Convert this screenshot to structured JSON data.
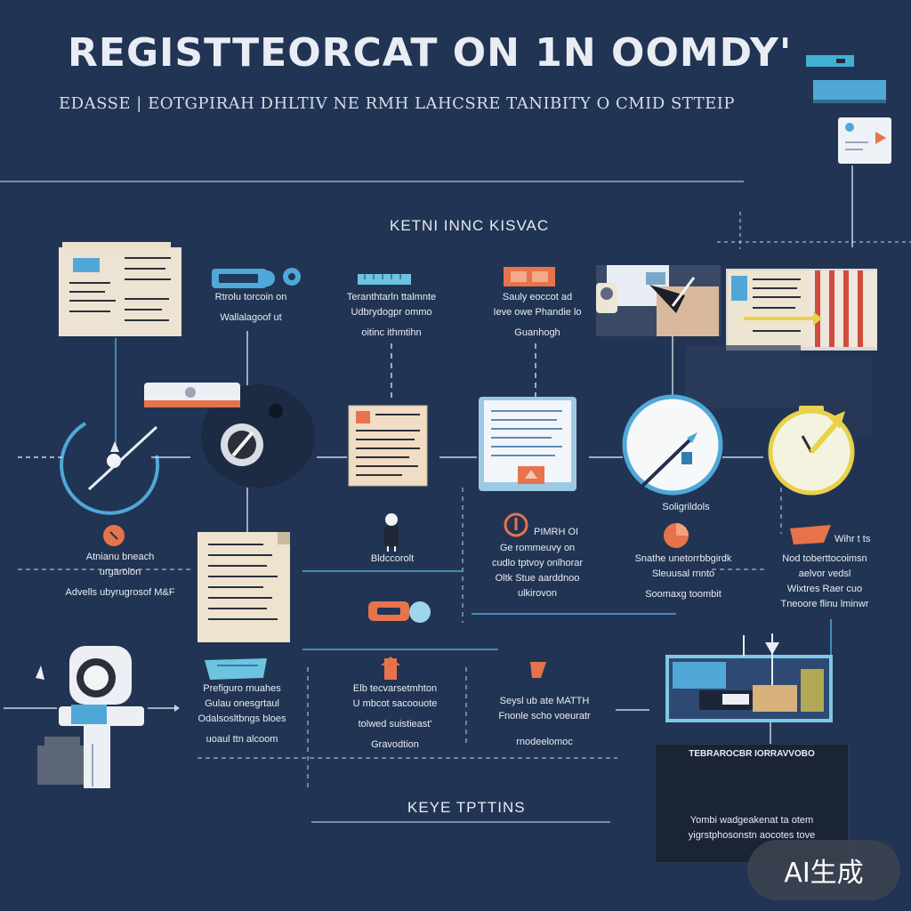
{
  "header": {
    "title": "REGISTTEORCAT ON 1N OOMDY'",
    "subtitle": "EDASSE | EOTGPIRAH DHLTIV NE RMH LAHCSRE TANIBITY O CMID STTEIP"
  },
  "sections": {
    "top_label": "KETNI INNC KISVAC",
    "bottom_label": "KEYE TPTTINS"
  },
  "row1": [
    {
      "lines": [
        "Rtrolu torcoin on",
        "Wallalagoof ut"
      ]
    },
    {
      "lines": [
        "Teranthtarln ttalmnte",
        "Udbrydogpr ommo",
        "oitinc ithmtihn"
      ]
    },
    {
      "lines": [
        "Sauly eoccot ad",
        "Ieve owe Phandie lo",
        "Guanhogh"
      ]
    }
  ],
  "row2": [
    {
      "lines": [
        "Atnianu bneach",
        "urgarolon",
        "Advells ubyrugrosof M&F"
      ]
    },
    {
      "lines": [
        "Bldccorolt"
      ]
    },
    {
      "lines": [
        "Ge rommeuvy on",
        "cudlo tptvoy onlhorar",
        "Oltk Stue aarddnoo",
        "ulkirovon"
      ]
    },
    {
      "lines": [
        "Soligrildols"
      ]
    },
    {
      "lines": [
        "Snathe unetorrbbgirdk",
        "Sleuusal rnnto",
        "Soomaxg toombit"
      ]
    },
    {
      "lines": [
        "Nod toberttocoimsn",
        "aelvor vedsl",
        "Wixtres Raer cuo",
        "Tneoore flinu lminwr"
      ]
    }
  ],
  "row2_heads": [
    {
      "text": "PIMRH OI"
    },
    {
      "text": "Wihr t ts"
    }
  ],
  "row3": [
    {
      "lines": [
        "Prefiguro rnuahes",
        "Gulau onesgrtaul",
        "Odalsosltbngs bloes",
        "uoaul ttn alcoom"
      ]
    },
    {
      "lines": [
        "Elb tecvarsetmhton",
        "U mbcot sacoouote",
        "tolwed suistieast'",
        "Gravodtion"
      ]
    },
    {
      "lines": [
        "Seysl ub ate MATTH",
        "Fnonle scho voeuratr",
        "rnodeelomoc"
      ]
    }
  ],
  "panel": {
    "heading": "TEBRAROCBR IORRAVVOBO",
    "lines": [
      "Yombi wadgeakenat ta otem",
      "yigrstphosonstn aocotes tove"
    ]
  },
  "badge": {
    "text": "AI生成"
  },
  "colors": {
    "background": "#223453",
    "accent_blue": "#4fa8d8",
    "accent_orange": "#e6734b",
    "accent_yellow": "#e9d24a",
    "paper": "#eee4d2"
  }
}
